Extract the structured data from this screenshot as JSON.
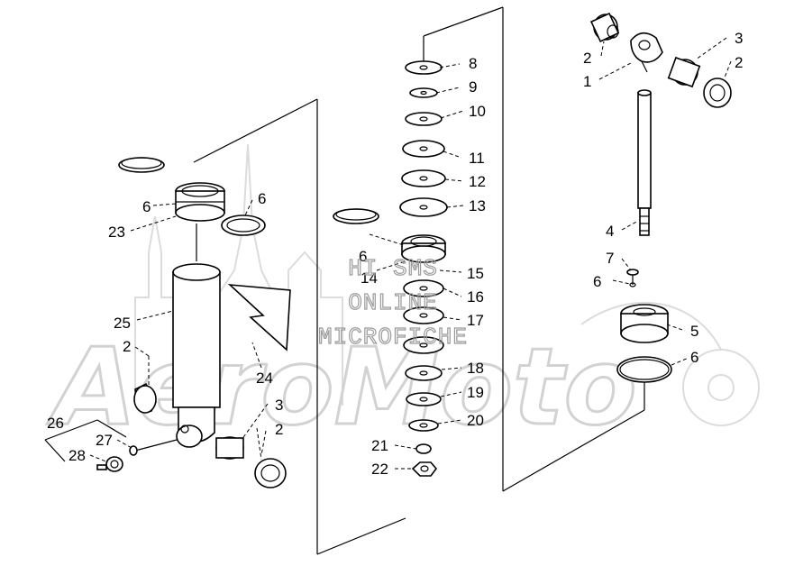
{
  "watermark": {
    "lines": [
      "HI SMS",
      "ONLINE",
      "MICROFICHE"
    ],
    "logo_text": "AeroMoto"
  },
  "callouts": {
    "c1": "1",
    "c2a": "2",
    "c2b": "2",
    "c2c": "2",
    "c2d": "2",
    "c3a": "3",
    "c3b": "3",
    "c4": "4",
    "c5": "5",
    "c6a": "6",
    "c6b": "6",
    "c6c": "6",
    "c6d": "6",
    "c6e": "6",
    "c7": "7",
    "c8": "8",
    "c9": "9",
    "c10": "10",
    "c11": "11",
    "c12": "12",
    "c13": "13",
    "c14": "14",
    "c15": "15",
    "c16": "16",
    "c17": "17",
    "c18": "18",
    "c19": "19",
    "c20": "20",
    "c21": "21",
    "c22": "22",
    "c23": "23",
    "c24": "24",
    "c25": "25",
    "c26": "26",
    "c27": "27",
    "c28": "28"
  }
}
